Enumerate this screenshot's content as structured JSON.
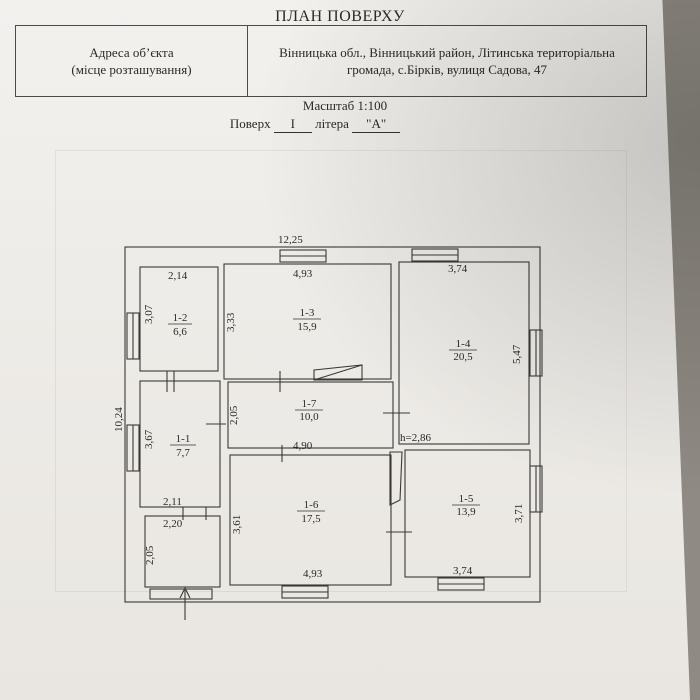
{
  "title": "ПЛАН ПОВЕРХУ",
  "address_label": "Адреса об’єкта\n(місце розташування)",
  "address_label_line1": "Адреса об’єкта",
  "address_label_line2": "(місце розташування)",
  "address_value_line1": "Вінницька обл., Вінницький район,  Літинська територіальна",
  "address_value_line2": "громада, с.Бірків, вулиця Садова, 47",
  "scale": "Масштаб 1:100",
  "floor_prefix": "Поверх",
  "floor_value": "I",
  "litera_word": "літера",
  "litera_value": "\"А\"",
  "dimensions": {
    "overall_width": "12,25",
    "overall_height": "10,24",
    "ceiling_height": "h=2,86",
    "r12_w": "2,14",
    "r12_h": "3,07",
    "r13_w": "4,93",
    "r13_h": "3,33",
    "r14_w": "3,74",
    "r14_h": "5,47",
    "r17_w": "4,90",
    "r17_h": "2,05",
    "r11_h": "3,67",
    "r16_w": "4,93",
    "r16_h": "3,61",
    "r15_w": "3,74",
    "r15_h": "3,71",
    "vest_w1": "2,11",
    "vest_w2": "2,20",
    "vest_h": "2,05"
  },
  "rooms": [
    {
      "id": "1-2",
      "area": "6,6"
    },
    {
      "id": "1-3",
      "area": "15,9"
    },
    {
      "id": "1-4",
      "area": "20,5"
    },
    {
      "id": "1-7",
      "area": "10,0"
    },
    {
      "id": "1-1",
      "area": "7,7"
    },
    {
      "id": "1-6",
      "area": "17,5"
    },
    {
      "id": "1-5",
      "area": "13,9"
    }
  ]
}
